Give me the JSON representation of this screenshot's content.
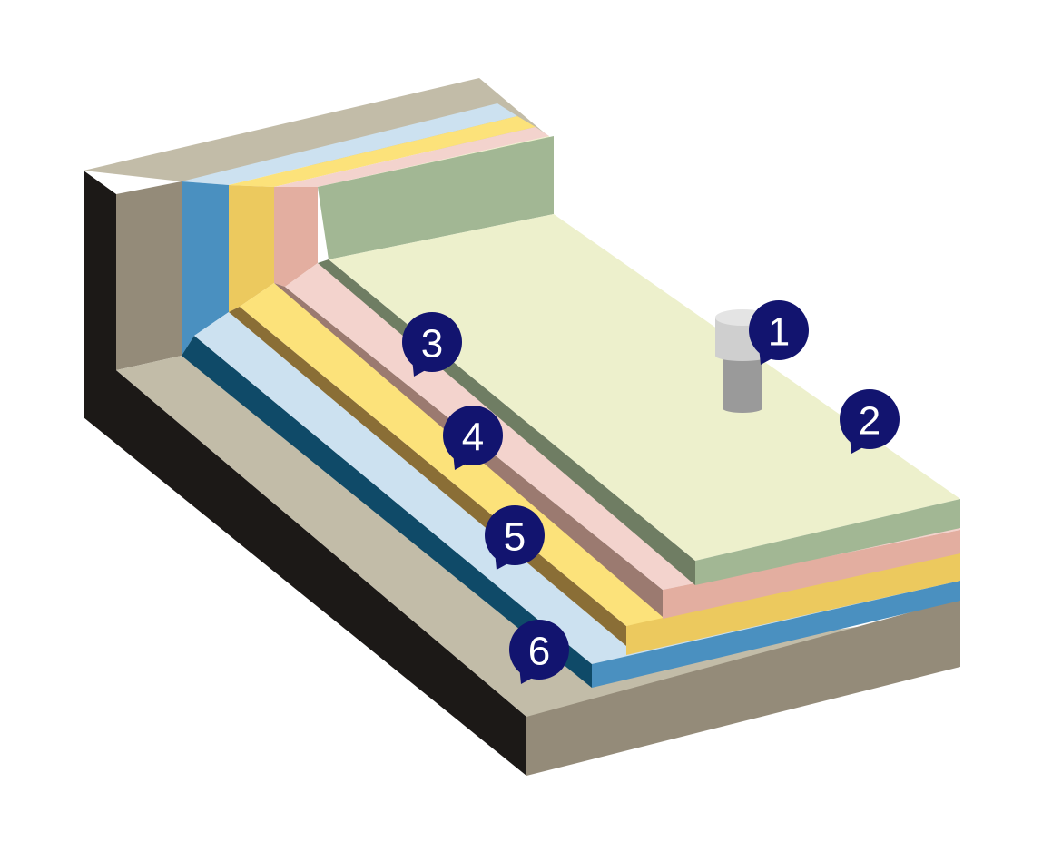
{
  "colors": {
    "marker": "#12146f",
    "marker_text": "#ffffff",
    "substrate_top": "#c2bca8",
    "substrate_front": "#948b79",
    "substrate_side": "#1c1917",
    "layer_light_blue": "#cce1f0",
    "layer_blue": "#4a90c0",
    "layer_blue_edge": "#0f4a68",
    "layer_yellow": "#fce27a",
    "layer_yellow_front": "#ecc95e",
    "layer_yellow_edge": "#8a6e36",
    "layer_pink": "#f3d3cd",
    "layer_pink_front": "#e3aea0",
    "layer_pink_edge": "#9b7a70",
    "layer_green_top": "#edf0cc",
    "layer_green_front": "#a2b794",
    "layer_green_edge": "#6f7d63",
    "drain_light": "#cfcfcf",
    "drain_dark": "#9a9a9a"
  },
  "markers": [
    {
      "id": "marker-1",
      "label": "1"
    },
    {
      "id": "marker-2",
      "label": "2"
    },
    {
      "id": "marker-3",
      "label": "3"
    },
    {
      "id": "marker-4",
      "label": "4"
    },
    {
      "id": "marker-5",
      "label": "5"
    },
    {
      "id": "marker-6",
      "label": "6"
    }
  ]
}
